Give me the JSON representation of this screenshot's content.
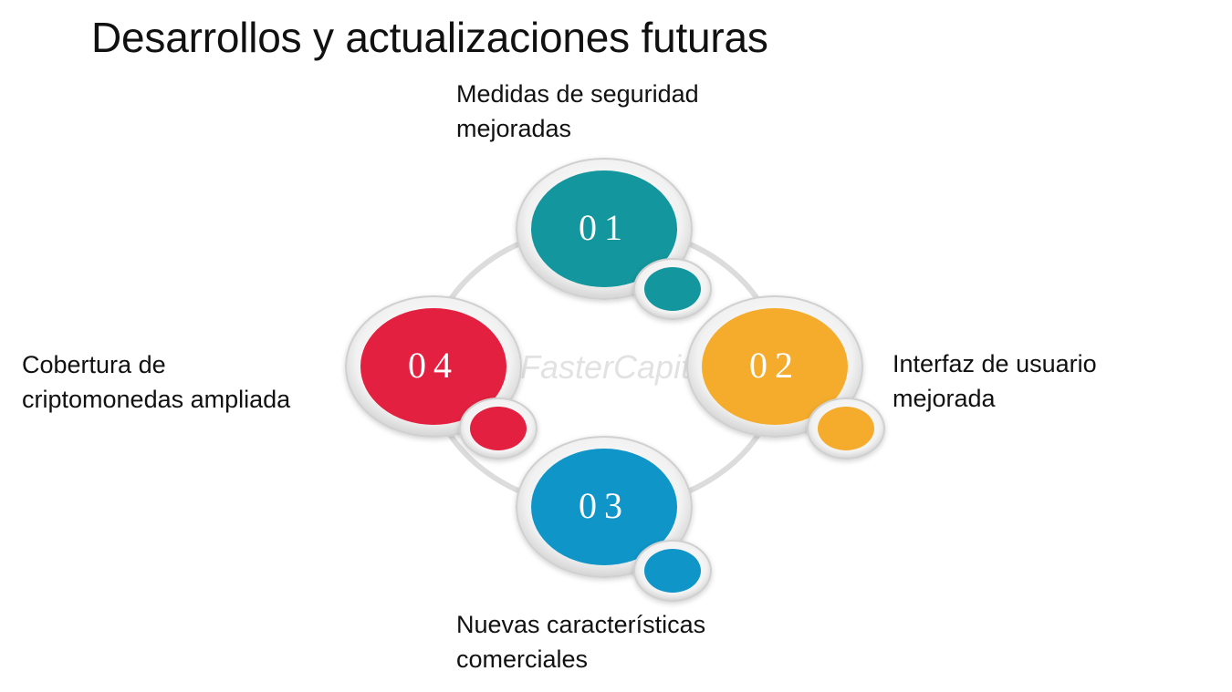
{
  "title": "Desarrollos y actualizaciones futuras",
  "watermark": "FasterCapital",
  "colors": {
    "teal": "#13969d",
    "orange": "#f5ac2c",
    "blue": "#0f95c8",
    "red": "#e3203f",
    "ring": "#d9d9d9"
  },
  "items": [
    {
      "number": "01",
      "lines": [
        "Medidas de seguridad",
        "mejoradas"
      ],
      "color": "#13969d"
    },
    {
      "number": "02",
      "lines": [
        "Interfaz de usuario",
        "mejorada"
      ],
      "color": "#f5ac2c"
    },
    {
      "number": "03",
      "lines": [
        "Nuevas características",
        "comerciales"
      ],
      "color": "#0f95c8"
    },
    {
      "number": "04",
      "lines": [
        "Cobertura de",
        "criptomonedas ampliada"
      ],
      "color": "#e3203f"
    }
  ]
}
